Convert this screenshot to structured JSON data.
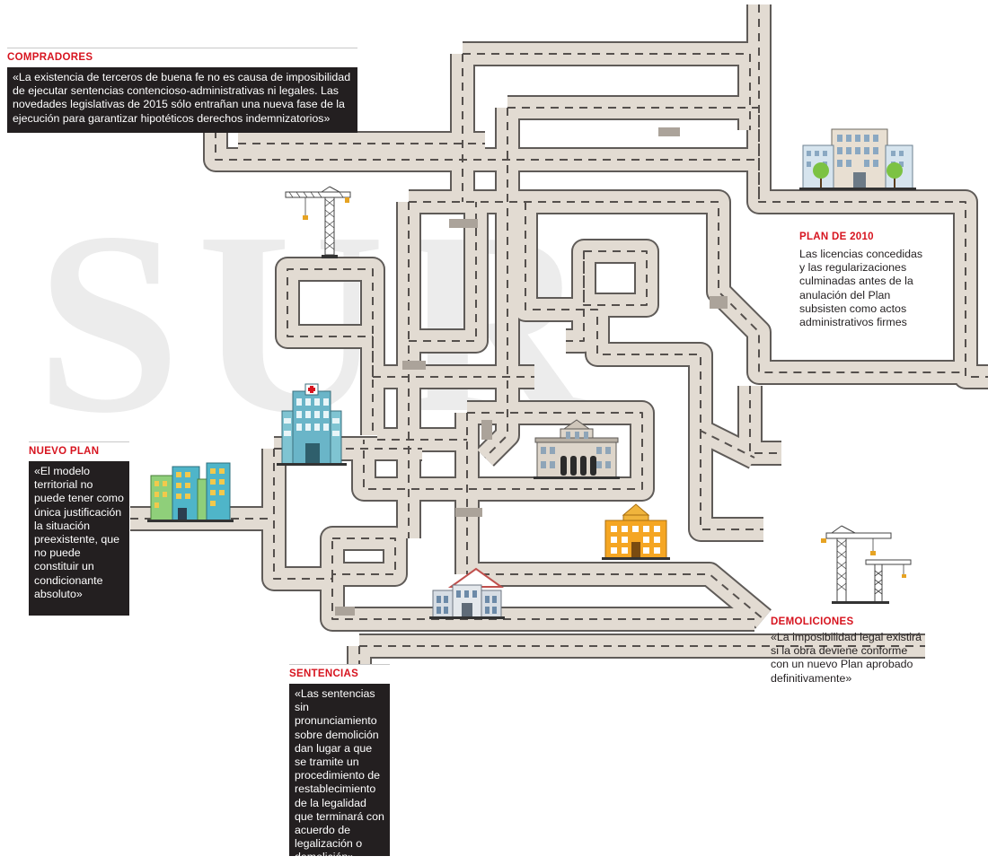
{
  "watermark": "SUR",
  "sections": {
    "compradores": {
      "heading": "COMPRADORES",
      "text": "«La existencia de terceros de buena fe no es causa de imposibilidad de ejecutar sentencias contencioso-administrativas ni legales. Las novedades legislativas de 2015 sólo entrañan una nueva fase de la ejecución para garantizar hipotéticos derechos indemnizatorios»"
    },
    "plan2010": {
      "heading": "PLAN DE 2010",
      "text": "Las licencias concedidas y las regularizaciones culminadas antes de la anulación del Plan subsisten como actos administrativos firmes"
    },
    "nuevo_plan": {
      "heading": "NUEVO PLAN",
      "text": "«El modelo territorial no puede tener como única justificación la situación preexistente, que no puede constituir un condicionante absoluto»"
    },
    "demoliciones": {
      "heading": "DEMOLICIONES",
      "text": "«La imposibilidad legal existirá si la obra deviene conforme con un nuevo Plan aprobado definitivamente»"
    },
    "sentencias": {
      "heading": "SENTENCIAS",
      "text": "«Las sentencias sin pronunciamiento sobre demolición dan lugar a que se tramite un procedimiento de restablecimiento de la legalidad que terminará con acuerdo de legalización o demolición»"
    }
  },
  "colors": {
    "road_fill": "#e2dbd2",
    "road_edge": "#5f5b58",
    "road_dash": "#55504d",
    "road_joint": "#aba39a",
    "label_box": "#231f20",
    "heading": "#d7141f",
    "watermark": "#ececec"
  },
  "icons": [
    "crane-icon",
    "hospital-icon",
    "office-buildings-icon",
    "city-hall-icon",
    "apartment-block-icon",
    "villa-icon",
    "tree-office-icon",
    "double-crane-icon"
  ]
}
